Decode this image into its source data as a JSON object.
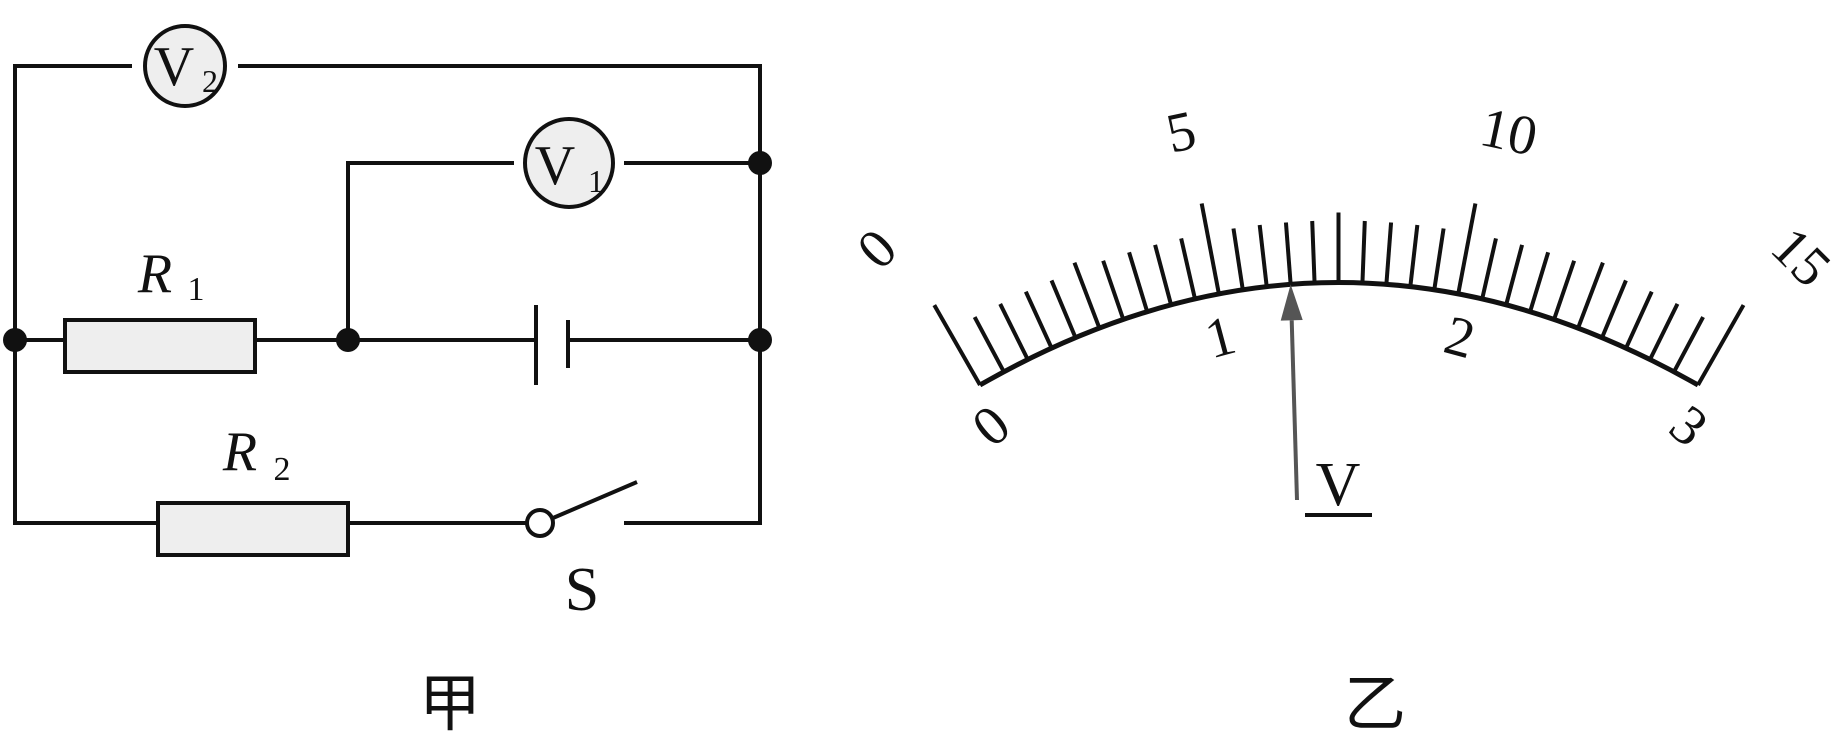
{
  "circuit": {
    "caption": "甲",
    "voltmeter_v2": {
      "letter": "V",
      "sub": "2"
    },
    "voltmeter_v1": {
      "letter": "V",
      "sub": "1"
    },
    "resistor_r1": {
      "letter": "R",
      "sub": "1"
    },
    "resistor_r2": {
      "letter": "R",
      "sub": "2"
    },
    "switch_label": "S"
  },
  "meter": {
    "caption": "乙",
    "unit_label": "V",
    "outer_scale_labels": [
      "0",
      "5",
      "10",
      "15"
    ],
    "inner_scale_labels": [
      "0",
      "1",
      "2",
      "3"
    ],
    "outer_scale_max": 15,
    "inner_scale_max": 3,
    "divisions": 30,
    "needle_value_outer": 6.5,
    "needle_value_inner": 1.3
  }
}
